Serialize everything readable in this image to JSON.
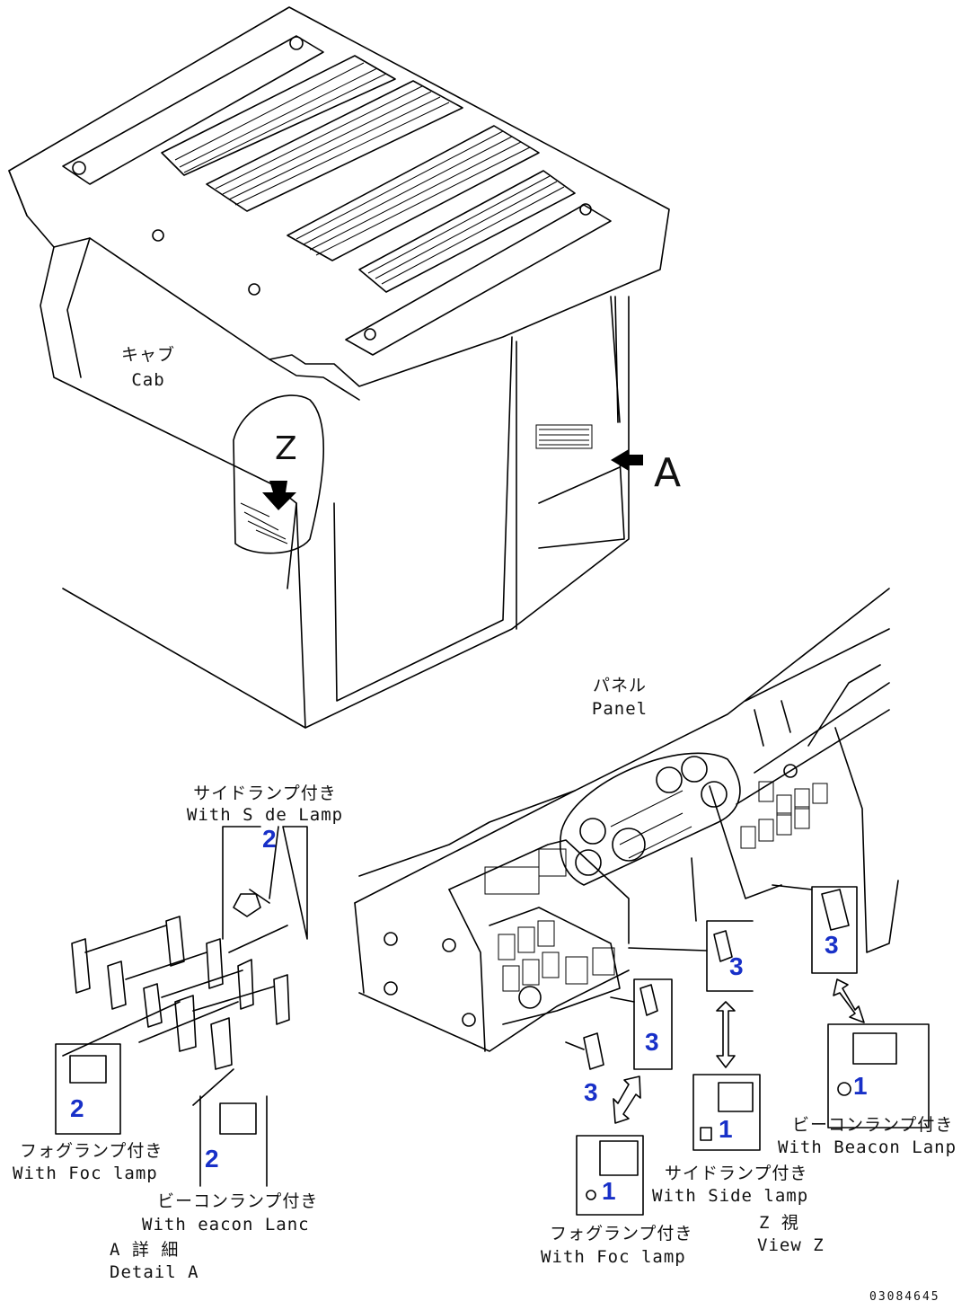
{
  "labels": {
    "cab_jp": "キャブ",
    "cab_en": "Cab",
    "arrow_a": "A",
    "panel_jp": "パネル",
    "panel_en": "Panel",
    "side_lamp_top_jp": "サイドランプ付き",
    "side_lamp_top_en": "With S de Lamp",
    "fog_lamp_left_jp": "フォグランプ付き",
    "fog_lamp_left_en": "With Foc lamp",
    "beacon_left_jp": "ビーコンランプ付き",
    "beacon_left_en": "With eacon Lanc",
    "detail_a_jp": "A 詳 細",
    "detail_a_en": "Detail A",
    "beacon_right_jp": "ビーコンランプ付き",
    "beacon_right_en": "With Beacon Lanp",
    "side_lamp_right_jp": "サイドランプ付き",
    "side_lamp_right_en": "With Side lamp",
    "view_z_jp": "Z 視",
    "view_z_en": "View Z",
    "fog_lamp_right_jp": "フォグランプ付き",
    "fog_lamp_right_en": "With Foc lamp",
    "arrow_z": "Z",
    "drawing_id": "03084645"
  },
  "callouts": {
    "side_lamp_detail": "2",
    "fog_lamp_detail": "2",
    "beacon_detail": "2",
    "panel_center": "3",
    "panel_right": "3",
    "panel_mid": "3",
    "panel_left": "3",
    "beacon_switch": "1",
    "side_switch": "1",
    "fog_switch": "1"
  },
  "colors": {
    "line": "#000000",
    "callout": "#1830c8",
    "background": "#ffffff"
  }
}
